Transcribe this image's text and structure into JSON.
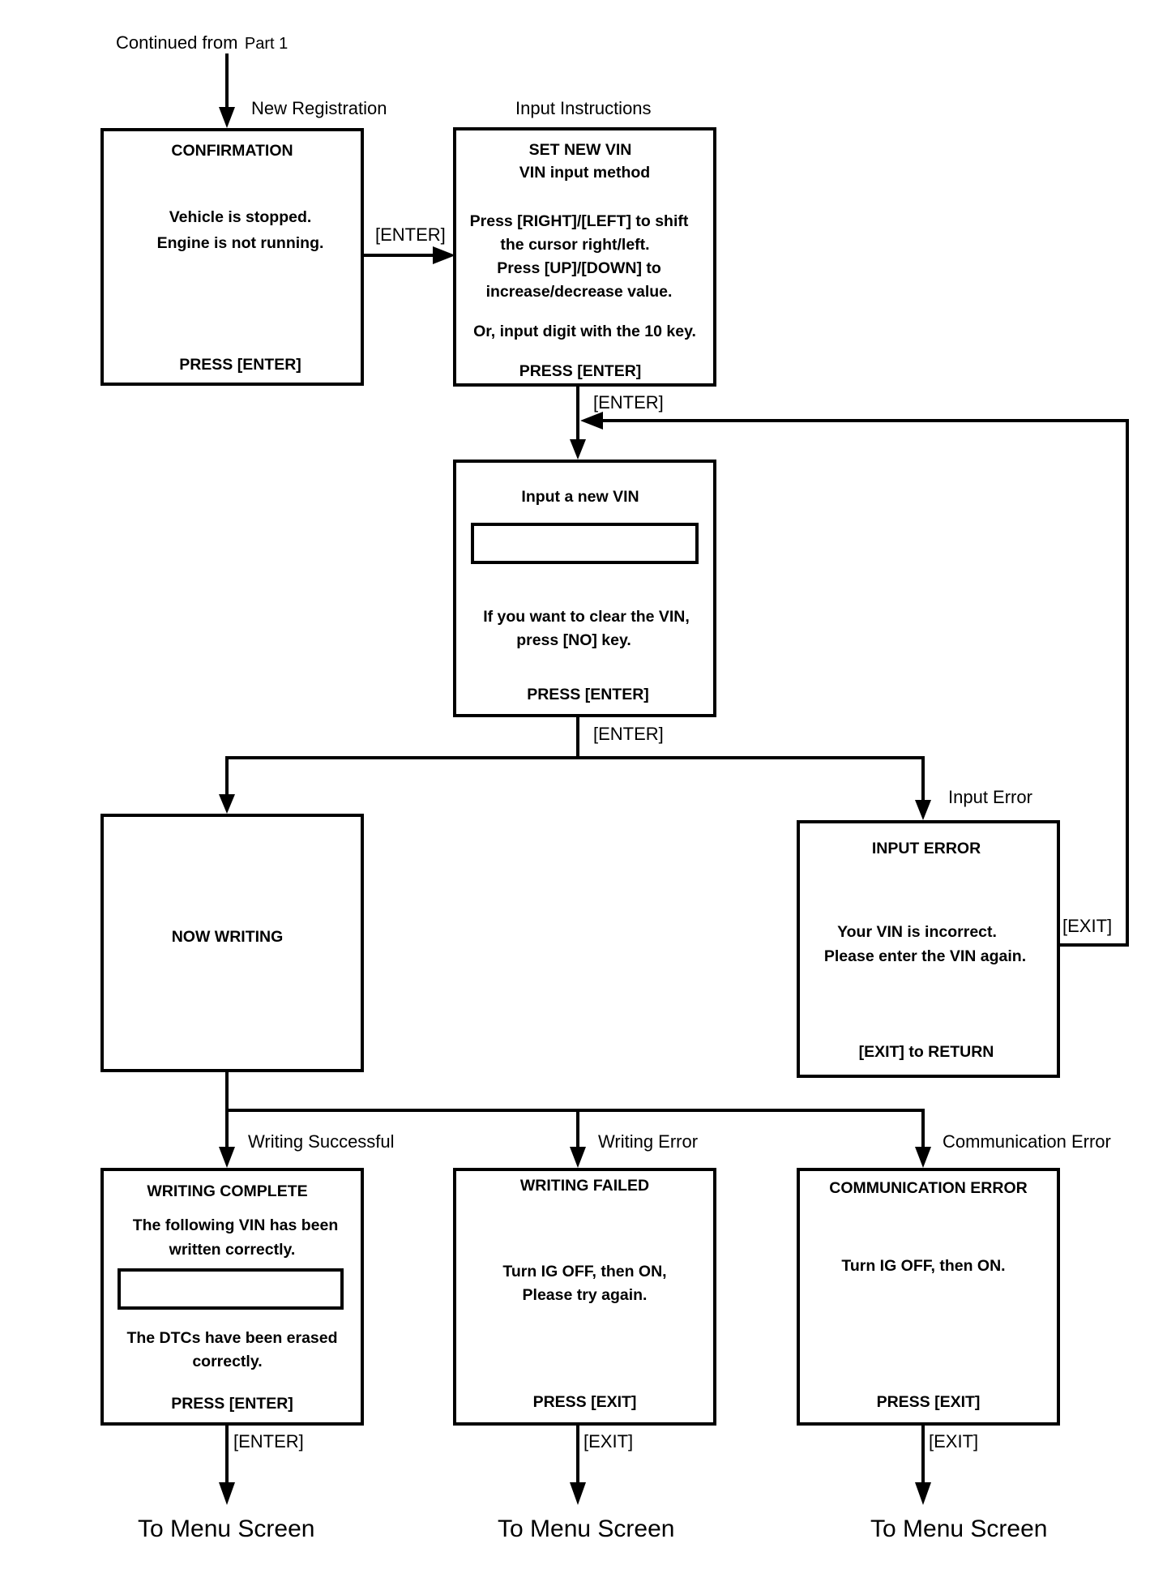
{
  "header": {
    "continued_from": "Continued from",
    "part": "Part 1"
  },
  "labels": {
    "new_registration": "New Registration",
    "input_instructions": "Input Instructions",
    "input_error": "Input Error",
    "writing_successful": "Writing Successful",
    "writing_error": "Writing Error",
    "communication_error": "Communication Error",
    "enter_1": "[ENTER]",
    "enter_2": "[ENTER]",
    "enter_3": "[ENTER]",
    "enter_4": "[ENTER]",
    "exit_loop": "[EXIT]",
    "exit_2": "[EXIT]",
    "exit_3": "[EXIT]"
  },
  "screens": {
    "confirmation": {
      "title": "CONFIRMATION",
      "line1": "Vehicle is stopped.",
      "line2": "Engine is not running.",
      "footer": "PRESS [ENTER]"
    },
    "set_new_vin": {
      "title": "SET NEW VIN",
      "subtitle": "VIN input method",
      "line1": "Press [RIGHT]/[LEFT] to shift",
      "line2": "the cursor right/left.",
      "line3": "Press [UP]/[DOWN] to",
      "line4": "increase/decrease value.",
      "line5": "Or, input digit with the 10 key.",
      "footer": "PRESS [ENTER]"
    },
    "input_vin": {
      "title": "Input a new VIN",
      "line1": "If you want to clear the VIN,",
      "line2": "press [NO] key.",
      "footer": "PRESS [ENTER]"
    },
    "now_writing": {
      "title": "NOW WRITING"
    },
    "input_error": {
      "title": "INPUT ERROR",
      "line1": "Your VIN is incorrect.",
      "line2": "Please enter the VIN again.",
      "footer": "[EXIT] to RETURN"
    },
    "writing_complete": {
      "title": "WRITING COMPLETE",
      "line1": "The following VIN has been",
      "line2": "written correctly.",
      "line3": "The DTCs have been erased",
      "line4": "correctly.",
      "footer": "PRESS [ENTER]"
    },
    "writing_failed": {
      "title": "WRITING FAILED",
      "line1": "Turn IG OFF, then ON,",
      "line2": "Please try again.",
      "footer": "PRESS [EXIT]"
    },
    "communication_error": {
      "title": "COMMUNICATION ERROR",
      "line1": "Turn IG OFF, then ON.",
      "footer": "PRESS [EXIT]"
    }
  },
  "destinations": {
    "menu_1": "To Menu Screen",
    "menu_2": "To Menu Screen",
    "menu_3": "To Menu Screen"
  }
}
